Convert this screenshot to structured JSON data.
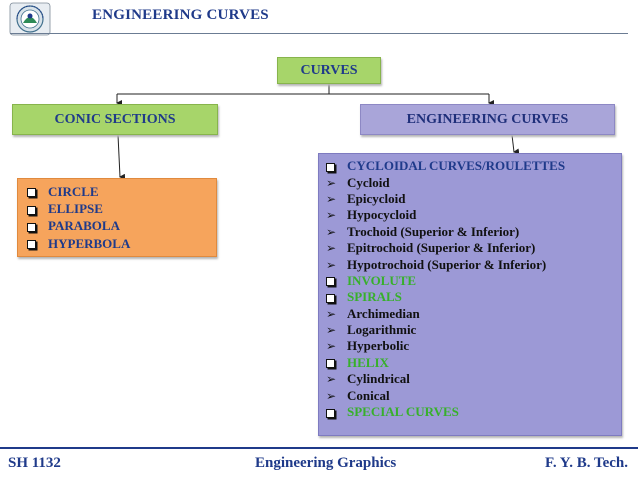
{
  "header": {
    "title": "ENGINEERING CURVES"
  },
  "diagram": {
    "root": "CURVES",
    "branches": [
      {
        "label": "CONIC SECTIONS",
        "items": [
          {
            "text": "CIRCLE",
            "marker": "square",
            "color": "#1f3a8a"
          },
          {
            "text": "ELLIPSE",
            "marker": "square",
            "color": "#1f3a8a"
          },
          {
            "text": "PARABOLA",
            "marker": "square",
            "color": "#1f3a8a"
          },
          {
            "text": "HYPERBOLA",
            "marker": "square",
            "color": "#1f3a8a"
          }
        ]
      },
      {
        "label": "ENGINEERING CURVES",
        "items": [
          {
            "text": "CYCLOIDAL CURVES/ROULETTES",
            "marker": "square",
            "color": "#1f3a8a"
          },
          {
            "text": "Cycloid",
            "marker": "arrow",
            "color": "#111111"
          },
          {
            "text": "Epicycloid",
            "marker": "arrow",
            "color": "#111111"
          },
          {
            "text": "Hypocycloid",
            "marker": "arrow",
            "color": "#111111"
          },
          {
            "text": "Trochoid (Superior & Inferior)",
            "marker": "arrow",
            "color": "#111111"
          },
          {
            "text": "Epitrochoid (Superior & Inferior)",
            "marker": "arrow",
            "color": "#111111"
          },
          {
            "text": "Hypotrochoid (Superior & Inferior)",
            "marker": "arrow",
            "color": "#111111"
          },
          {
            "text": "INVOLUTE",
            "marker": "square",
            "color": "#37b02b"
          },
          {
            "text": "SPIRALS",
            "marker": "square",
            "color": "#37b02b"
          },
          {
            "text": "Archimedian",
            "marker": "arrow",
            "color": "#111111"
          },
          {
            "text": "Logarithmic",
            "marker": "arrow",
            "color": "#111111"
          },
          {
            "text": "Hyperbolic",
            "marker": "arrow",
            "color": "#111111"
          },
          {
            "text": "HELIX",
            "marker": "square",
            "color": "#37b02b"
          },
          {
            "text": "Cylindrical",
            "marker": "arrow",
            "color": "#111111"
          },
          {
            "text": "Conical",
            "marker": "arrow",
            "color": "#111111"
          },
          {
            "text": "SPECIAL CURVES",
            "marker": "square",
            "color": "#37b02b"
          }
        ]
      }
    ]
  },
  "footer": {
    "left": "SH 1132",
    "center": "Engineering Graphics",
    "right": "F. Y.  B. Tech."
  },
  "colors": {
    "green_box": "#a7d56a",
    "purple_box": "#a9a5d9",
    "orange_box": "#f6a45c",
    "list_purple": "#9c99d6",
    "title_blue": "#1f3a8a",
    "highlight_green": "#37b02b"
  }
}
